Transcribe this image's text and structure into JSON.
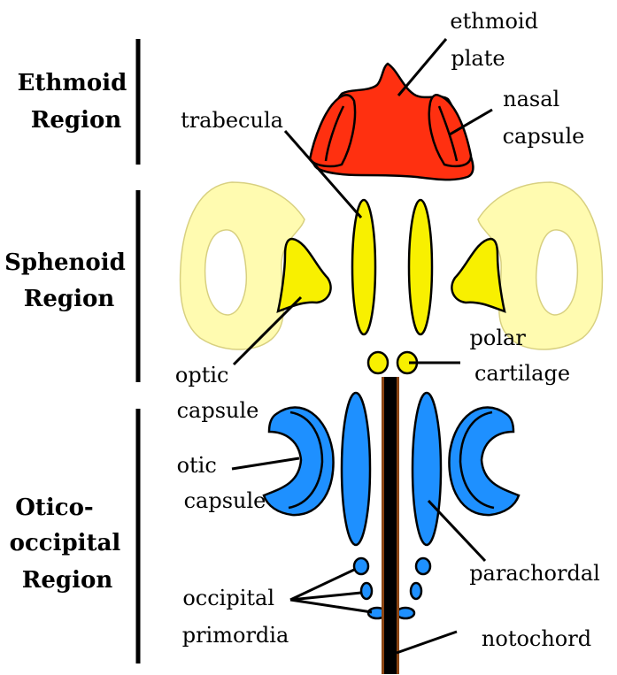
{
  "regions": {
    "ethmoid": [
      "Ethmoid",
      "Region"
    ],
    "sphenoid": [
      "Sphenoid",
      "Region"
    ],
    "otico": [
      "Otico-",
      "occipital",
      "Region"
    ]
  },
  "labels": {
    "ethmoid_plate": [
      "ethmoid",
      "plate"
    ],
    "nasal_capsule": [
      "nasal",
      "capsule"
    ],
    "trabecula": "trabecula",
    "optic_capsule": [
      "optic",
      "capsule"
    ],
    "polar_cartilage": [
      "polar",
      "cartilage"
    ],
    "otic_capsule": [
      "otic",
      "capsule"
    ],
    "parachordal": "parachordal",
    "occipital_primordia": [
      "occipital",
      "primordia"
    ],
    "notochord": "notochord"
  },
  "colors": {
    "ethmoid": "#ff3010",
    "sphenoid_bright": "#f8f000",
    "sphenoid_pale": "#fffbb0",
    "otic": "#1e90ff",
    "notochord": "#000000",
    "notochord_edge": "#8b4513"
  }
}
